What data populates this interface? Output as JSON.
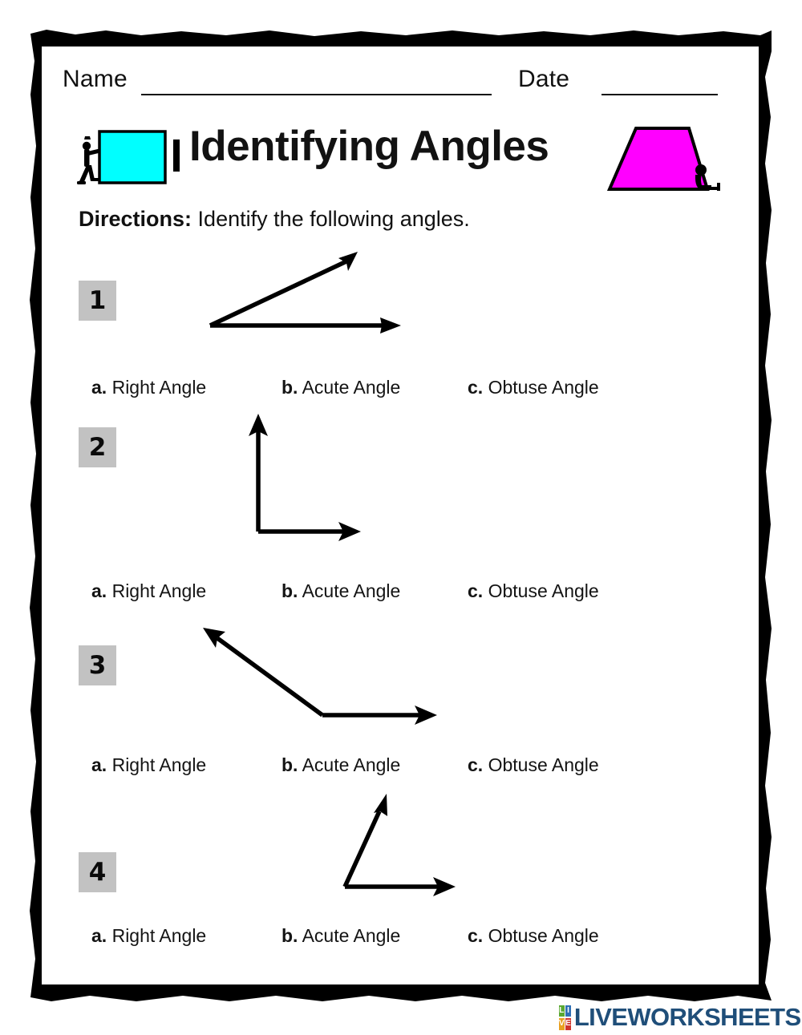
{
  "worksheet": {
    "name_label": "Name",
    "date_label": "Date",
    "title": "Identifying Angles",
    "directions_label": "Directions:",
    "directions_text": "Identify the following angles.",
    "decorations": {
      "left_shape": "cyan-rectangle",
      "left_figure": "stick-figure-pushing",
      "right_shape": "magenta-trapezoid",
      "right_figure": "stick-figure-sitting"
    }
  },
  "colors": {
    "frame": "#000000",
    "badge_bg": "#c2c2c2",
    "cyan_shape": "#00ffff",
    "magenta_shape": "#ff00ff",
    "logo_text": "#1f4e79",
    "tile_l": "#5aa832",
    "tile_i": "#2f6fb5",
    "tile_v": "#e8a020",
    "tile_e": "#d0342c"
  },
  "questions": [
    {
      "number": "1",
      "angle_type": "acute",
      "figure_name": "acute-angle-diagram",
      "options": [
        {
          "key": "a.",
          "label": "Right Angle"
        },
        {
          "key": "b.",
          "label": "Acute Angle"
        },
        {
          "key": "c.",
          "label": "Obtuse Angle"
        }
      ]
    },
    {
      "number": "2",
      "angle_type": "right",
      "figure_name": "right-angle-diagram",
      "options": [
        {
          "key": "a.",
          "label": "Right Angle"
        },
        {
          "key": "b.",
          "label": "Acute Angle"
        },
        {
          "key": "c.",
          "label": "Obtuse Angle"
        }
      ]
    },
    {
      "number": "3",
      "angle_type": "obtuse",
      "figure_name": "obtuse-angle-diagram",
      "options": [
        {
          "key": "a.",
          "label": "Right Angle"
        },
        {
          "key": "b.",
          "label": "Acute Angle"
        },
        {
          "key": "c.",
          "label": "Obtuse Angle"
        }
      ]
    },
    {
      "number": "4",
      "angle_type": "acute",
      "figure_name": "acute-angle-diagram",
      "options": [
        {
          "key": "a.",
          "label": "Right Angle"
        },
        {
          "key": "b.",
          "label": "Acute Angle"
        },
        {
          "key": "c.",
          "label": "Obtuse Angle"
        }
      ]
    }
  ],
  "footer": {
    "logo_text": "LIVEWORKSHEETS",
    "tiles": [
      "L",
      "I",
      "V",
      "E"
    ]
  }
}
